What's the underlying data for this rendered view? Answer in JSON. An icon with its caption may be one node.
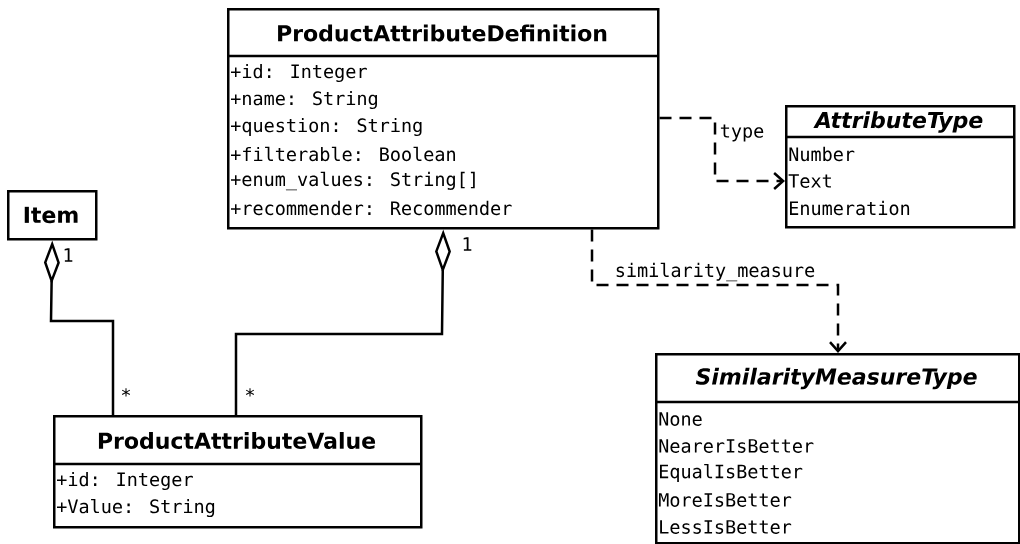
{
  "diagram": {
    "nodes": [
      {
        "text": [
          "ProductAttributeDefinition",
          "+id: Integer",
          "+name: String",
          "+question: String",
          "+filterable: Boolean",
          "+enum_values: String[]",
          "+recommender: Recommender"
        ]
      },
      {
        "text": [
          "AttributeType",
          "Number",
          "Text",
          "Enumeration"
        ]
      },
      {
        "text": [
          "Item"
        ]
      },
      {
        "text": [
          "SimilarityMeasureType",
          "None",
          "NearerIsBetter",
          "EqualIsBetter",
          "MoreIsBetter",
          "LessIsBetter"
        ]
      },
      {
        "text": [
          "ProductAttributeValue",
          "+id: Integer",
          "+Value: String"
        ]
      }
    ],
    "edges": [
      {
        "from": 2,
        "to": 4,
        "arrow": "other"
      },
      {
        "from": 0,
        "to": 4,
        "arrow": "other"
      },
      {
        "from": 0,
        "to": 1,
        "arrow": "to",
        "style": "dashed",
        "label": "type"
      },
      {
        "from": 0,
        "to": 3,
        "arrow": "to",
        "style": "dashed",
        "label": "similarity_measure"
      }
    ],
    "labels": [
      "1",
      "*",
      "1",
      "*"
    ]
  }
}
